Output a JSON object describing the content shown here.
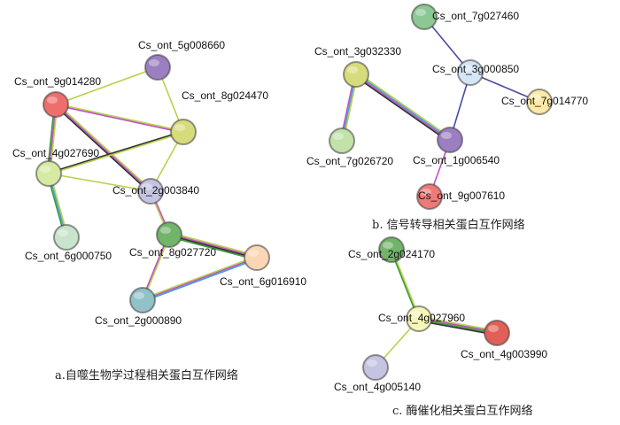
{
  "captions": {
    "a": "a.自噬生物学过程相关蛋白互作网络",
    "b": "b. 信号转导相关蛋白互作网络",
    "c": "c. 酶催化相关蛋白互作网络"
  },
  "colors": {
    "purple": "#9b7fc0",
    "red": "#ee6e6e",
    "olive": "#d6dc7c",
    "lightgreen": "#d6eaa4",
    "mint": "#c8e4cc",
    "lavender": "#c4c4e2",
    "green": "#72b46a",
    "peach": "#fbd6b4",
    "teal": "#90c2c8",
    "green2": "#8cc894",
    "lightblue": "#d4e6f6",
    "yellow": "#fdeaa8",
    "pink": "#ee7a78",
    "pastelgreen": "#c2e2a8",
    "ltyellow": "#f6f6b8",
    "red2": "#e06058"
  },
  "networks": {
    "a": {
      "nodes": [
        {
          "id": "5g008660",
          "label": "Cs_ont_5g008660",
          "color": "purple"
        },
        {
          "id": "9g014280",
          "label": "Cs_ont_9g014280",
          "color": "red"
        },
        {
          "id": "8g024470",
          "label": "Cs_ont_8g024470",
          "color": "olive"
        },
        {
          "id": "4g027690",
          "label": "Cs_ont_4g027690",
          "color": "lightgreen"
        },
        {
          "id": "2g003840",
          "label": "Cs_ont_2g003840",
          "color": "lavender"
        },
        {
          "id": "6g000750",
          "label": "Cs_ont_6g000750",
          "color": "mint"
        },
        {
          "id": "8g027720",
          "label": "Cs_ont_8g027720",
          "color": "green"
        },
        {
          "id": "6g016910",
          "label": "Cs_ont_6g016910",
          "color": "peach"
        },
        {
          "id": "2g000890",
          "label": "Cs_ont_2g000890",
          "color": "teal"
        }
      ],
      "edges": [
        {
          "from": "9g014280",
          "to": "5g008660"
        },
        {
          "from": "5g008660",
          "to": "8g024470"
        },
        {
          "from": "9g014280",
          "to": "8g024470"
        },
        {
          "from": "9g014280",
          "to": "4g027690"
        },
        {
          "from": "9g014280",
          "to": "2g003840"
        },
        {
          "from": "4g027690",
          "to": "8g024470"
        },
        {
          "from": "4g027690",
          "to": "2g003840"
        },
        {
          "from": "8g024470",
          "to": "2g003840"
        },
        {
          "from": "4g027690",
          "to": "6g000750"
        },
        {
          "from": "2g003840",
          "to": "8g027720"
        },
        {
          "from": "8g027720",
          "to": "6g016910"
        },
        {
          "from": "8g027720",
          "to": "2g000890"
        },
        {
          "from": "2g000890",
          "to": "6g016910"
        }
      ]
    },
    "b": {
      "nodes": [
        {
          "id": "7g027460",
          "label": "Cs_ont_7g027460",
          "color": "green2"
        },
        {
          "id": "3g032330",
          "label": "Cs_ont_3g032330",
          "color": "olive"
        },
        {
          "id": "3g000850",
          "label": "Cs_ont_3g000850",
          "color": "lightblue"
        },
        {
          "id": "7g014770",
          "label": "Cs_ont_7g014770",
          "color": "yellow"
        },
        {
          "id": "7g026720",
          "label": "Cs_ont_7g026720",
          "color": "pastelgreen"
        },
        {
          "id": "1g006540",
          "label": "Cs_ont_1g006540",
          "color": "purple"
        },
        {
          "id": "9g007610",
          "label": "Cs_ont_9g007610",
          "color": "pink"
        }
      ],
      "edges": [
        {
          "from": "7g027460",
          "to": "3g000850"
        },
        {
          "from": "3g000850",
          "to": "7g014770"
        },
        {
          "from": "3g000850",
          "to": "1g006540"
        },
        {
          "from": "3g032330",
          "to": "1g006540"
        },
        {
          "from": "3g032330",
          "to": "7g026720"
        },
        {
          "from": "1g006540",
          "to": "9g007610"
        }
      ]
    },
    "c": {
      "nodes": [
        {
          "id": "2g024170",
          "label": "Cs_ont_2g024170",
          "color": "green"
        },
        {
          "id": "4g027960",
          "label": "Cs_ont_4g027960",
          "color": "ltyellow"
        },
        {
          "id": "4g003990",
          "label": "Cs_ont_4g003990",
          "color": "red2"
        },
        {
          "id": "4g005140",
          "label": "Cs_ont_4g005140",
          "color": "lavender"
        }
      ],
      "edges": [
        {
          "from": "2g024170",
          "to": "4g027960"
        },
        {
          "from": "4g027960",
          "to": "4g003990"
        },
        {
          "from": "4g027960",
          "to": "4g005140"
        }
      ]
    }
  }
}
